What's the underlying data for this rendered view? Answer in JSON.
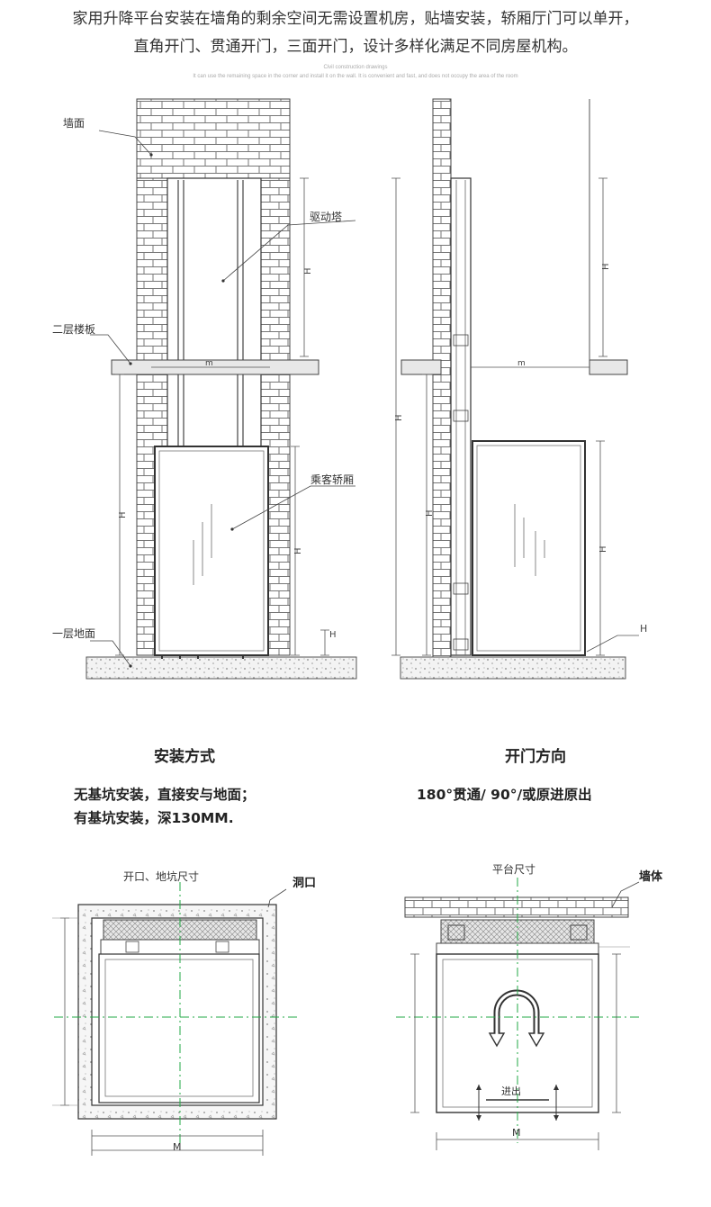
{
  "intro": {
    "line1": "家用升降平台安装在墙角的剩余空间无需设置机房，贴墙安装，轿厢厅门可以单开，",
    "line2": "直角开门、贯通开门，三面开门，设计多样化满足不同房屋机构。"
  },
  "fine_print": {
    "caption": "Civil construction drawings",
    "note": "It can use the remaining space in the corner and install it on the wall. It is convenient and fast, and does not occupy the area of the room"
  },
  "elevation": {
    "labels": {
      "wall": "墙面",
      "drive_tower": "驱动塔",
      "second_floor_slab": "二层楼板",
      "passenger_cabin": "乘客轿厢",
      "first_floor_ground": "一层地面"
    },
    "dims": {
      "H": "H",
      "m": "m"
    }
  },
  "installation": {
    "title": "安装方式",
    "desc_line1": "无基坑安装，直接安与地面；",
    "desc_line2": "有基坑安装，深130MM."
  },
  "door_direction": {
    "title": "开门方向",
    "desc": "180°贯通/ 90°/或原进原出"
  },
  "plan_left": {
    "label_opening": "开口、地坑尺寸",
    "label_hole": "洞口",
    "dim_M": "M"
  },
  "plan_right": {
    "label_platform": "平台尺寸",
    "label_wall": "墙体",
    "label_inout": "进出",
    "dim_M": "M"
  },
  "colors": {
    "line": "#333333",
    "centerline": "#22aa44",
    "hatch": "#888888"
  }
}
